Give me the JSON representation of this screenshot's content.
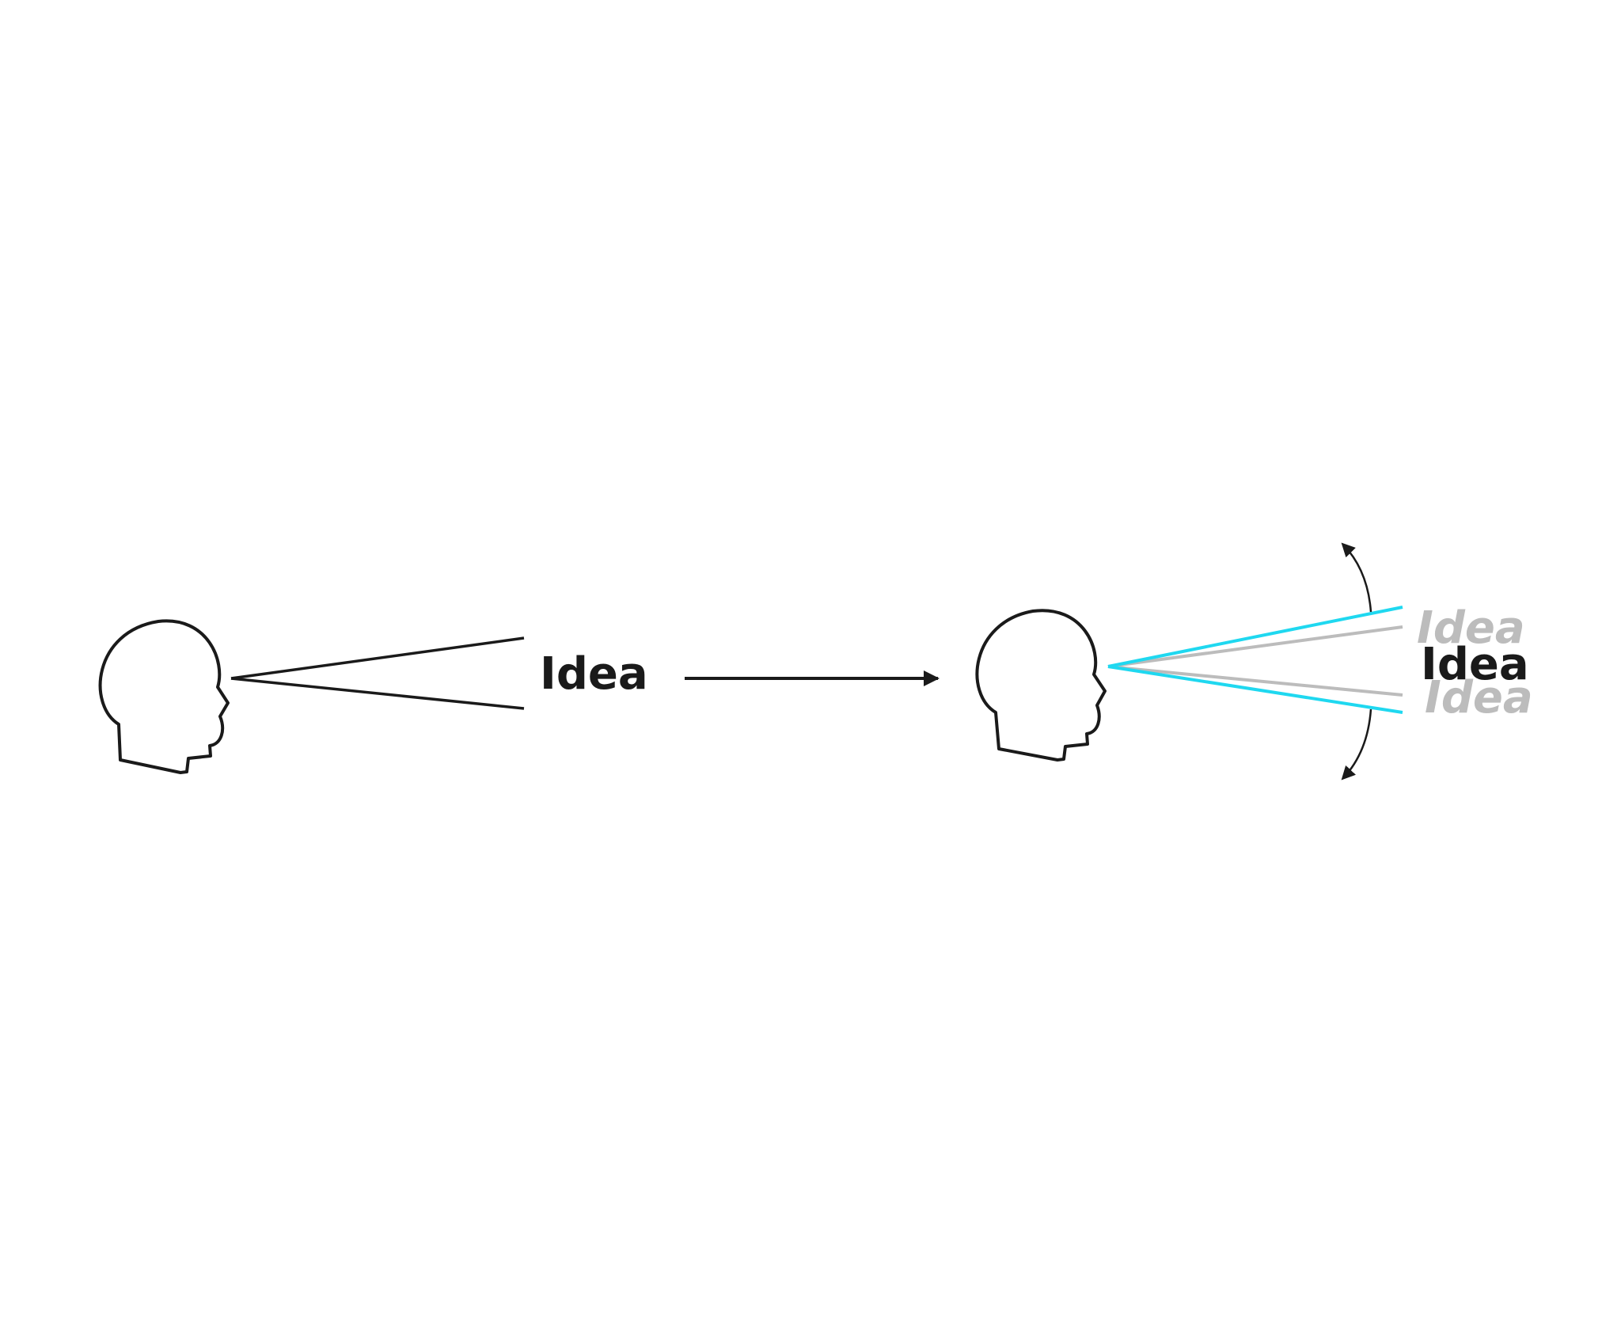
{
  "labels": {
    "left_idea": "Idea",
    "right_idea_top": "Idea",
    "right_idea_middle": "Idea",
    "right_idea_bottom": "Idea"
  },
  "colors": {
    "ink": "#1a1a1a",
    "ghost": "#bcbcbc",
    "accent": "#1fd8f0"
  },
  "icons": {
    "left_head": "person-head-profile-icon",
    "right_head": "person-head-profile-icon",
    "transition_arrow": "right-arrow-icon",
    "spread_arrows": "curved-double-arrow-icon"
  }
}
